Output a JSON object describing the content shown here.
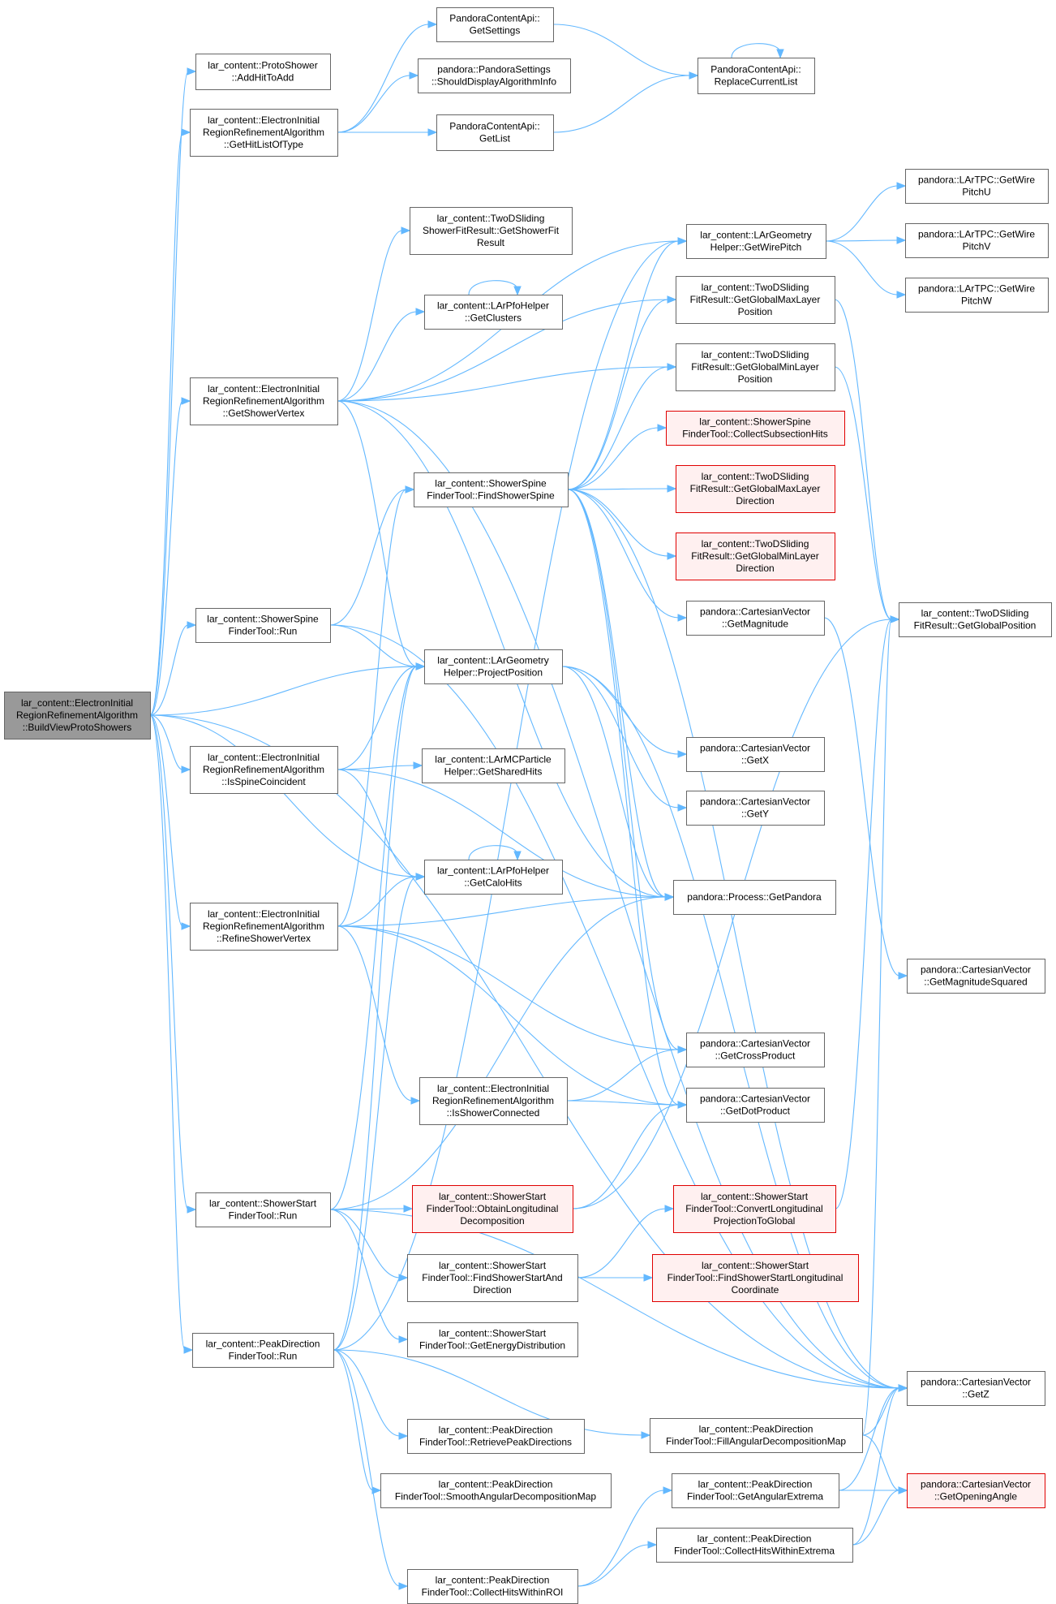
{
  "diagram": {
    "type": "call-graph",
    "colors": {
      "edge": "#63b8ff",
      "node_border": "#666666",
      "root_fill": "#999999",
      "truncated_border": "#e00000",
      "truncated_fill": "#fff0f0"
    },
    "nodes": [
      {
        "id": "root",
        "lines": [
          "lar_content::ElectronInitial",
          "RegionRefinementAlgorithm",
          "::BuildViewProtoShowers"
        ],
        "kind": "root"
      },
      {
        "id": "addHit",
        "lines": [
          "lar_content::ProtoShower",
          "::AddHitToAdd"
        ]
      },
      {
        "id": "getHitList",
        "lines": [
          "lar_content::ElectronInitial",
          "RegionRefinementAlgorithm",
          "::GetHitListOfType"
        ]
      },
      {
        "id": "getSettings",
        "lines": [
          "PandoraContentApi::",
          "GetSettings"
        ]
      },
      {
        "id": "shouldDisplay",
        "lines": [
          "pandora::PandoraSettings",
          "::ShouldDisplayAlgorithmInfo"
        ]
      },
      {
        "id": "getList",
        "lines": [
          "PandoraContentApi::",
          "GetList"
        ]
      },
      {
        "id": "replaceList",
        "lines": [
          "PandoraContentApi::",
          "ReplaceCurrentList"
        ]
      },
      {
        "id": "getShowerFit",
        "lines": [
          "lar_content::TwoDSliding",
          "ShowerFitResult::GetShowerFit",
          "Result"
        ]
      },
      {
        "id": "getClusters",
        "lines": [
          "lar_content::LArPfoHelper",
          "::GetClusters"
        ]
      },
      {
        "id": "getShowerVertex",
        "lines": [
          "lar_content::ElectronInitial",
          "RegionRefinementAlgorithm",
          "::GetShowerVertex"
        ]
      },
      {
        "id": "getWirePitch",
        "lines": [
          "lar_content::LArGeometry",
          "Helper::GetWirePitch"
        ]
      },
      {
        "id": "wireU",
        "lines": [
          "pandora::LArTPC::GetWire",
          "PitchU"
        ]
      },
      {
        "id": "wireV",
        "lines": [
          "pandora::LArTPC::GetWire",
          "PitchV"
        ]
      },
      {
        "id": "wireW",
        "lines": [
          "pandora::LArTPC::GetWire",
          "PitchW"
        ]
      },
      {
        "id": "maxLayerPos",
        "lines": [
          "lar_content::TwoDSliding",
          "FitResult::GetGlobalMaxLayer",
          "Position"
        ]
      },
      {
        "id": "minLayerPos",
        "lines": [
          "lar_content::TwoDSliding",
          "FitResult::GetGlobalMinLayer",
          "Position"
        ]
      },
      {
        "id": "collectSub",
        "lines": [
          "lar_content::ShowerSpine",
          "FinderTool::CollectSubsectionHits"
        ],
        "kind": "trunc"
      },
      {
        "id": "findSpine",
        "lines": [
          "lar_content::ShowerSpine",
          "FinderTool::FindShowerSpine"
        ]
      },
      {
        "id": "maxLayerDir",
        "lines": [
          "lar_content::TwoDSliding",
          "FitResult::GetGlobalMaxLayer",
          "Direction"
        ],
        "kind": "trunc"
      },
      {
        "id": "minLayerDir",
        "lines": [
          "lar_content::TwoDSliding",
          "FitResult::GetGlobalMinLayer",
          "Direction"
        ],
        "kind": "trunc"
      },
      {
        "id": "getMagnitude",
        "lines": [
          "pandora::CartesianVector",
          "::GetMagnitude"
        ]
      },
      {
        "id": "getGlobalPos",
        "lines": [
          "lar_content::TwoDSliding",
          "FitResult::GetGlobalPosition"
        ]
      },
      {
        "id": "spineRun",
        "lines": [
          "lar_content::ShowerSpine",
          "FinderTool::Run"
        ]
      },
      {
        "id": "projectPos",
        "lines": [
          "lar_content::LArGeometry",
          "Helper::ProjectPosition"
        ]
      },
      {
        "id": "getX",
        "lines": [
          "pandora::CartesianVector",
          "::GetX"
        ]
      },
      {
        "id": "getY",
        "lines": [
          "pandora::CartesianVector",
          "::GetY"
        ]
      },
      {
        "id": "isSpineCoin",
        "lines": [
          "lar_content::ElectronInitial",
          "RegionRefinementAlgorithm",
          "::IsSpineCoincident"
        ]
      },
      {
        "id": "getSharedHits",
        "lines": [
          "lar_content::LArMCParticle",
          "Helper::GetSharedHits"
        ]
      },
      {
        "id": "getCaloHits",
        "lines": [
          "lar_content::LArPfoHelper",
          "::GetCaloHits"
        ]
      },
      {
        "id": "getPandora",
        "lines": [
          "pandora::Process::GetPandora"
        ]
      },
      {
        "id": "refineVertex",
        "lines": [
          "lar_content::ElectronInitial",
          "RegionRefinementAlgorithm",
          "::RefineShowerVertex"
        ]
      },
      {
        "id": "magSquared",
        "lines": [
          "pandora::CartesianVector",
          "::GetMagnitudeSquared"
        ]
      },
      {
        "id": "crossProduct",
        "lines": [
          "pandora::CartesianVector",
          "::GetCrossProduct"
        ]
      },
      {
        "id": "isConnected",
        "lines": [
          "lar_content::ElectronInitial",
          "RegionRefinementAlgorithm",
          "::IsShowerConnected"
        ]
      },
      {
        "id": "dotProduct",
        "lines": [
          "pandora::CartesianVector",
          "::GetDotProduct"
        ]
      },
      {
        "id": "startRun",
        "lines": [
          "lar_content::ShowerStart",
          "FinderTool::Run"
        ]
      },
      {
        "id": "obtainLong",
        "lines": [
          "lar_content::ShowerStart",
          "FinderTool::ObtainLongitudinal",
          "Decomposition"
        ],
        "kind": "trunc"
      },
      {
        "id": "convertLong",
        "lines": [
          "lar_content::ShowerStart",
          "FinderTool::ConvertLongitudinal",
          "ProjectionToGlobal"
        ],
        "kind": "trunc"
      },
      {
        "id": "findStartDir",
        "lines": [
          "lar_content::ShowerStart",
          "FinderTool::FindShowerStartAnd",
          "Direction"
        ]
      },
      {
        "id": "findStartLong",
        "lines": [
          "lar_content::ShowerStart",
          "FinderTool::FindShowerStartLongitudinal",
          "Coordinate"
        ],
        "kind": "trunc"
      },
      {
        "id": "getEnergyDist",
        "lines": [
          "lar_content::ShowerStart",
          "FinderTool::GetEnergyDistribution"
        ]
      },
      {
        "id": "peakRun",
        "lines": [
          "lar_content::PeakDirection",
          "FinderTool::Run"
        ]
      },
      {
        "id": "getZ",
        "lines": [
          "pandora::CartesianVector",
          "::GetZ"
        ]
      },
      {
        "id": "retrievePeak",
        "lines": [
          "lar_content::PeakDirection",
          "FinderTool::RetrievePeakDirections"
        ]
      },
      {
        "id": "fillAngular",
        "lines": [
          "lar_content::PeakDirection",
          "FinderTool::FillAngularDecompositionMap"
        ]
      },
      {
        "id": "smoothAngular",
        "lines": [
          "lar_content::PeakDirection",
          "FinderTool::SmoothAngularDecompositionMap"
        ]
      },
      {
        "id": "getAngExtrema",
        "lines": [
          "lar_content::PeakDirection",
          "FinderTool::GetAngularExtrema"
        ]
      },
      {
        "id": "openingAngle",
        "lines": [
          "pandora::CartesianVector",
          "::GetOpeningAngle"
        ],
        "kind": "trunc"
      },
      {
        "id": "collectExtrema",
        "lines": [
          "lar_content::PeakDirection",
          "FinderTool::CollectHitsWithinExtrema"
        ]
      },
      {
        "id": "collectROI",
        "lines": [
          "lar_content::PeakDirection",
          "FinderTool::CollectHitsWithinROI"
        ]
      }
    ],
    "edges": [
      [
        "root",
        "addHit"
      ],
      [
        "root",
        "getHitList"
      ],
      [
        "root",
        "getShowerVertex"
      ],
      [
        "root",
        "spineRun"
      ],
      [
        "root",
        "projectPos"
      ],
      [
        "root",
        "isSpineCoin"
      ],
      [
        "root",
        "getCaloHits"
      ],
      [
        "root",
        "refineVertex"
      ],
      [
        "root",
        "startRun"
      ],
      [
        "root",
        "peakRun"
      ],
      [
        "root",
        "getZ"
      ],
      [
        "getHitList",
        "getSettings"
      ],
      [
        "getHitList",
        "shouldDisplay"
      ],
      [
        "getHitList",
        "getList"
      ],
      [
        "getSettings",
        "replaceList"
      ],
      [
        "getList",
        "replaceList"
      ],
      [
        "replaceList",
        "replaceList"
      ],
      [
        "getShowerVertex",
        "getShowerFit"
      ],
      [
        "getShowerVertex",
        "getClusters"
      ],
      [
        "getShowerVertex",
        "getWirePitch"
      ],
      [
        "getShowerVertex",
        "maxLayerPos"
      ],
      [
        "getShowerVertex",
        "minLayerPos"
      ],
      [
        "getShowerVertex",
        "projectPos"
      ],
      [
        "getShowerVertex",
        "getPandora"
      ],
      [
        "getShowerVertex",
        "getZ"
      ],
      [
        "getClusters",
        "getClusters"
      ],
      [
        "getWirePitch",
        "wireU"
      ],
      [
        "getWirePitch",
        "wireV"
      ],
      [
        "getWirePitch",
        "wireW"
      ],
      [
        "maxLayerPos",
        "getGlobalPos"
      ],
      [
        "minLayerPos",
        "getGlobalPos"
      ],
      [
        "findSpine",
        "getWirePitch"
      ],
      [
        "findSpine",
        "maxLayerPos"
      ],
      [
        "findSpine",
        "minLayerPos"
      ],
      [
        "findSpine",
        "collectSub"
      ],
      [
        "findSpine",
        "maxLayerDir"
      ],
      [
        "findSpine",
        "minLayerDir"
      ],
      [
        "findSpine",
        "getMagnitude"
      ],
      [
        "findSpine",
        "getPandora"
      ],
      [
        "findSpine",
        "dotProduct"
      ],
      [
        "findSpine",
        "crossProduct"
      ],
      [
        "findSpine",
        "getZ"
      ],
      [
        "getMagnitude",
        "magSquared"
      ],
      [
        "spineRun",
        "findSpine"
      ],
      [
        "spineRun",
        "projectPos"
      ],
      [
        "spineRun",
        "getZ"
      ],
      [
        "projectPos",
        "getX"
      ],
      [
        "projectPos",
        "getY"
      ],
      [
        "projectPos",
        "getPandora"
      ],
      [
        "projectPos",
        "getZ"
      ],
      [
        "isSpineCoin",
        "projectPos"
      ],
      [
        "isSpineCoin",
        "getSharedHits"
      ],
      [
        "isSpineCoin",
        "getCaloHits"
      ],
      [
        "isSpineCoin",
        "getPandora"
      ],
      [
        "getCaloHits",
        "getCaloHits"
      ],
      [
        "refineVertex",
        "getCaloHits"
      ],
      [
        "refineVertex",
        "getPandora"
      ],
      [
        "refineVertex",
        "crossProduct"
      ],
      [
        "refineVertex",
        "isConnected"
      ],
      [
        "refineVertex",
        "dotProduct"
      ],
      [
        "refineVertex",
        "findSpine"
      ],
      [
        "isConnected",
        "crossProduct"
      ],
      [
        "isConnected",
        "dotProduct"
      ],
      [
        "startRun",
        "obtainLong"
      ],
      [
        "startRun",
        "findStartDir"
      ],
      [
        "startRun",
        "getEnergyDist"
      ],
      [
        "startRun",
        "getZ"
      ],
      [
        "startRun",
        "projectPos"
      ],
      [
        "startRun",
        "getPandora"
      ],
      [
        "obtainLong",
        "dotProduct"
      ],
      [
        "obtainLong",
        "getGlobalPos"
      ],
      [
        "findStartDir",
        "convertLong"
      ],
      [
        "findStartDir",
        "findStartLong"
      ],
      [
        "convertLong",
        "getGlobalPos"
      ],
      [
        "peakRun",
        "retrievePeak"
      ],
      [
        "peakRun",
        "smoothAngular"
      ],
      [
        "peakRun",
        "collectROI"
      ],
      [
        "peakRun",
        "fillAngular"
      ],
      [
        "peakRun",
        "getWirePitch"
      ],
      [
        "peakRun",
        "projectPos"
      ],
      [
        "peakRun",
        "getCaloHits"
      ],
      [
        "fillAngular",
        "getZ"
      ],
      [
        "fillAngular",
        "openingAngle"
      ],
      [
        "fillAngular",
        "getGlobalPos"
      ],
      [
        "getAngExtrema",
        "getZ"
      ],
      [
        "getAngExtrema",
        "openingAngle"
      ],
      [
        "collectExtrema",
        "getZ"
      ],
      [
        "collectExtrema",
        "openingAngle"
      ],
      [
        "collectROI",
        "getAngExtrema"
      ],
      [
        "collectROI",
        "collectExtrema"
      ]
    ]
  }
}
